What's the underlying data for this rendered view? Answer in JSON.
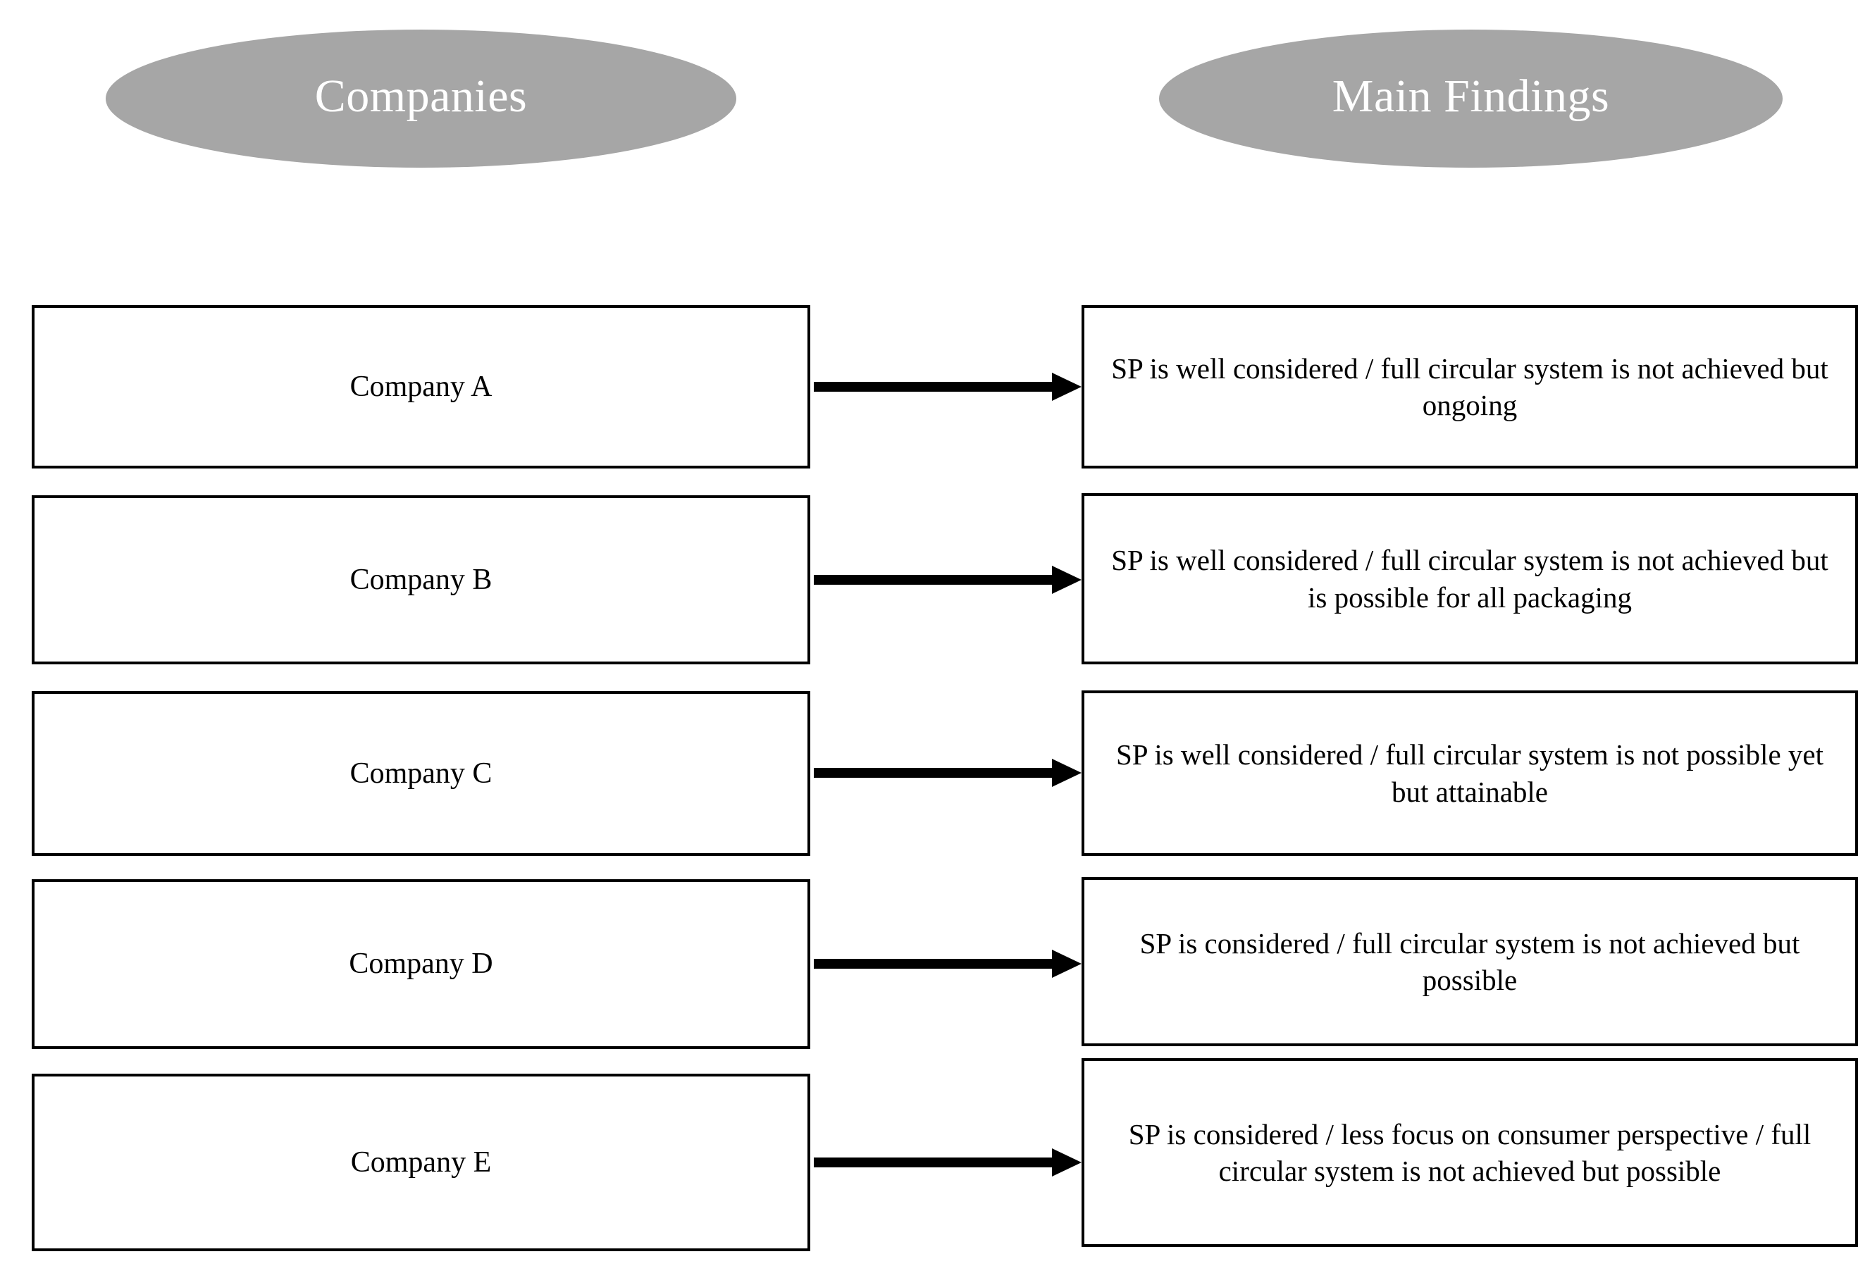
{
  "headers": {
    "left": "Companies",
    "right": "Main Findings"
  },
  "colors": {
    "ellipse_fill": "#a6a6a6",
    "ellipse_text": "#ffffff",
    "box_border": "#000000",
    "box_fill": "#ffffff",
    "box_text": "#000000",
    "arrow": "#000000",
    "background": "#ffffff"
  },
  "rows": [
    {
      "company": "Company A",
      "finding": "SP is well considered / full circular system is not achieved but ongoing"
    },
    {
      "company": "Company B",
      "finding": "SP is well considered / full circular system is not achieved but is possible for all packaging"
    },
    {
      "company": "Company C",
      "finding": "SP is well considered / full circular system is not possible yet but attainable"
    },
    {
      "company": "Company D",
      "finding": "SP is considered / full circular system is not achieved but possible"
    },
    {
      "company": "Company E",
      "finding": "SP is considered / less focus on consumer perspective / full circular system is not achieved but possible"
    }
  ]
}
